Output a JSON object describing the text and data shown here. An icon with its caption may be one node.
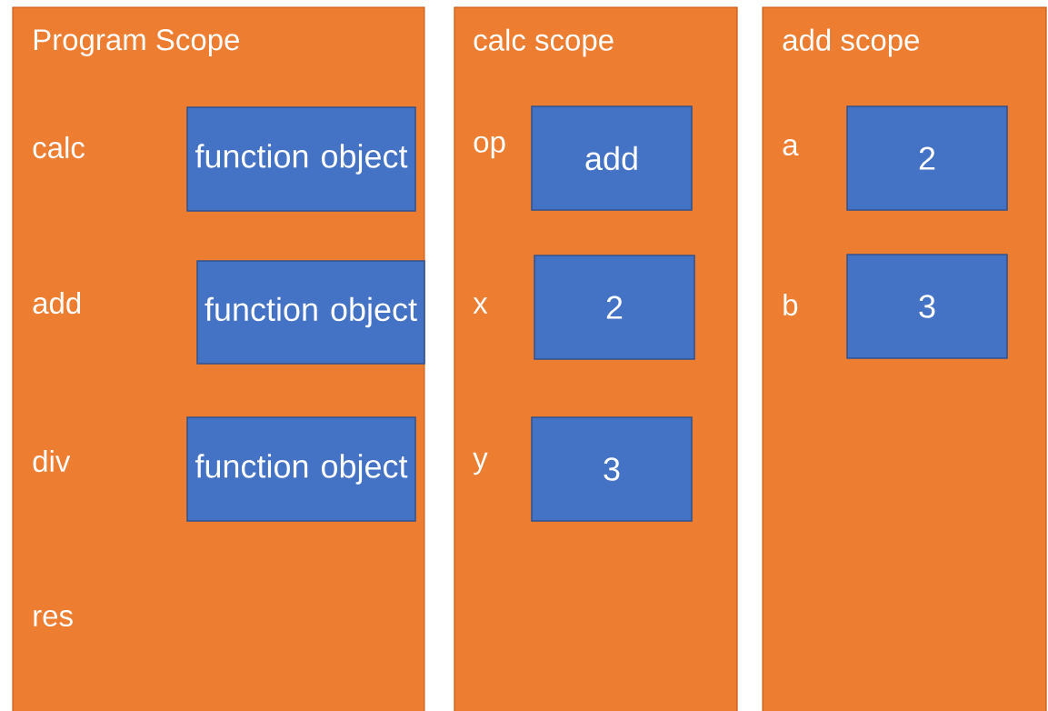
{
  "diagram": {
    "nodes": [
      {
        "text": [
          "Program Scope",
          "calc",
          "add",
          "div",
          "res"
        ]
      },
      {
        "text": [
          "function object"
        ],
        "in": 0
      },
      {
        "text": [
          "function object"
        ],
        "in": 0
      },
      {
        "text": [
          "function object"
        ],
        "in": 0
      },
      {
        "text": [
          "calc scope",
          "op",
          "x",
          "y"
        ]
      },
      {
        "text": [
          "add"
        ],
        "in": 4
      },
      {
        "text": [
          "2"
        ],
        "in": 4
      },
      {
        "text": [
          "3"
        ],
        "in": 4
      },
      {
        "text": [
          "add scope",
          "a",
          "b"
        ]
      },
      {
        "text": [
          "2"
        ],
        "in": 8
      },
      {
        "text": [
          "3"
        ],
        "in": 8
      }
    ]
  }
}
